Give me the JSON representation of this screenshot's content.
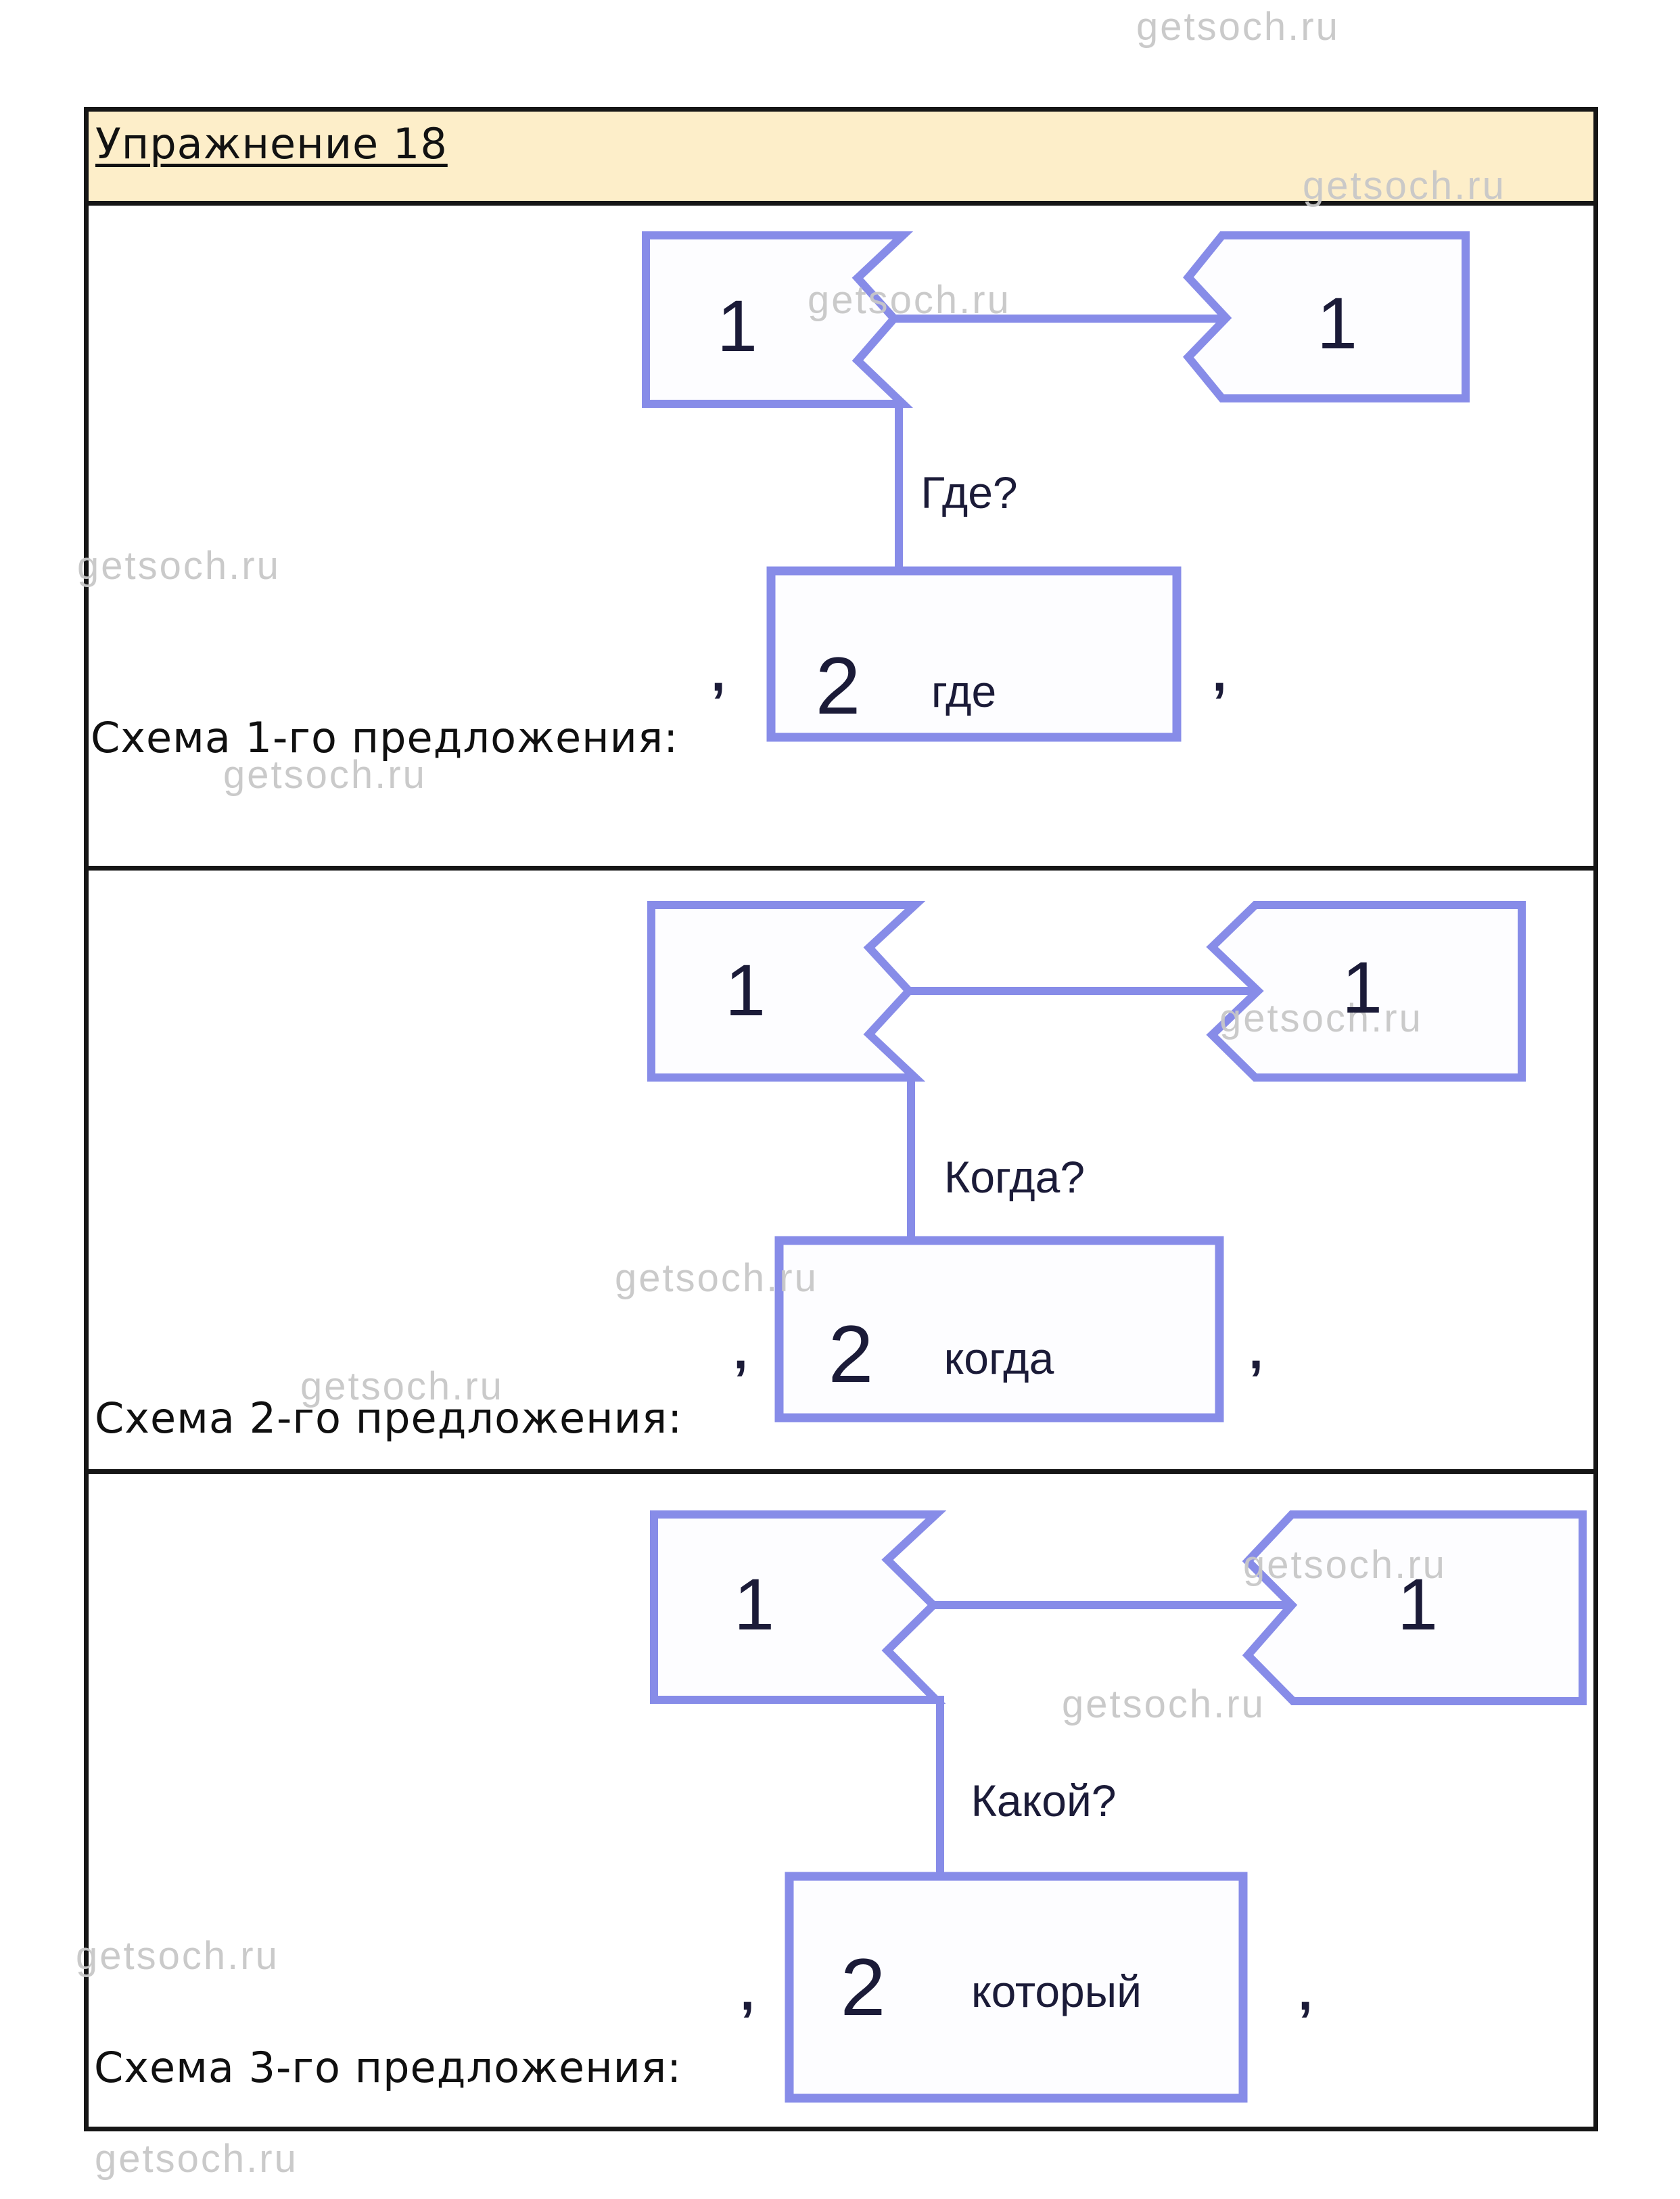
{
  "page": {
    "title": "Упражнение 18",
    "watermark": "getsoch.ru",
    "comma": ","
  },
  "colors": {
    "header_background": "#fdeec9",
    "table_border": "#161616",
    "box_border": "#878ce8",
    "diagram_text": "#1b1b38",
    "label_text": "#101010",
    "watermark_gray": "#c8c8c8"
  },
  "schemes": [
    {
      "label": "Схема 1-го предложения:",
      "main_clause_left": "1",
      "main_clause_right": "1",
      "question": "Где?",
      "sub_clause_number": "2",
      "conjunction": "где"
    },
    {
      "label": "Схема 2-го предложения:",
      "main_clause_left": "1",
      "main_clause_right": "1",
      "question": "Когда?",
      "sub_clause_number": "2",
      "conjunction": "когда"
    },
    {
      "label": "Схема 3-го предложения:",
      "main_clause_left": "1",
      "main_clause_right": "1",
      "question": "Какой?",
      "sub_clause_number": "2",
      "conjunction": "который"
    }
  ]
}
